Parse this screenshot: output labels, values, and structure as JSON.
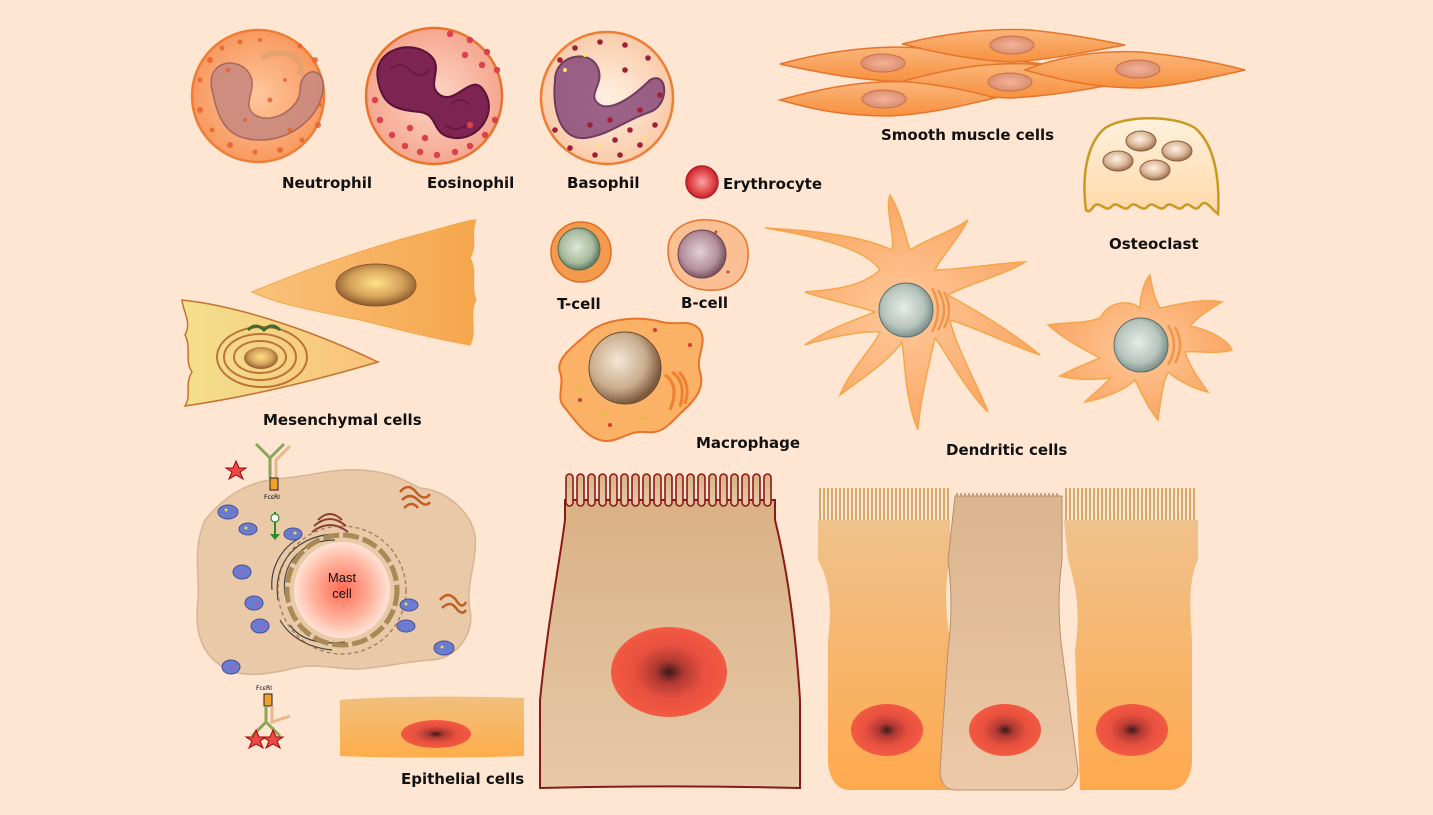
{
  "labels": {
    "neutrophil": "Neutrophil",
    "eosinophil": "Eosinophil",
    "basophil": "Basophil",
    "erythrocyte": "Erythrocyte",
    "smooth_muscle": "Smooth muscle cells",
    "osteoclast": "Osteoclast",
    "t_cell": "T-cell",
    "b_cell": "B-cell",
    "mesenchymal": "Mesenchymal cells",
    "macrophage": "Macrophage",
    "dendritic": "Dendritic cells",
    "epithelial": "Epithelial cells",
    "mast_line1": "Mast",
    "mast_line2": "cell",
    "fceri_top": "FcεRI",
    "fceri_bottom": "FcεRI"
  },
  "colors": {
    "background": "#ffe6d2",
    "cell_orange": "#f9a85a",
    "cell_outline": "#e7742a",
    "nucleus_red": "#e84a3f",
    "eosinophil_nucleus": "#7a1f4a",
    "mast_cell_body": "#e9c9a8"
  }
}
